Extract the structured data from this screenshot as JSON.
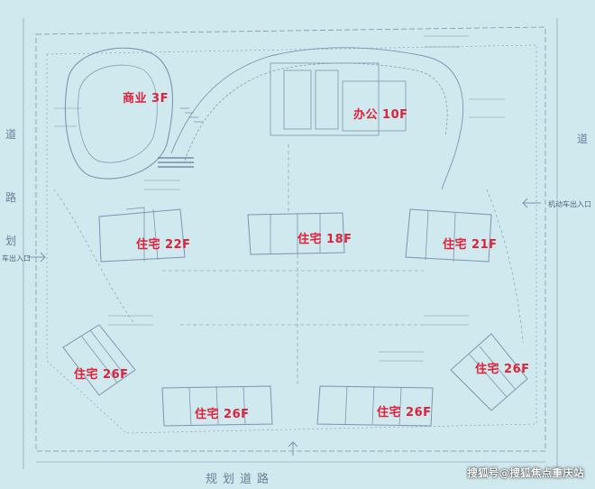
{
  "colors": {
    "background": "#cfe9ee",
    "linework": "#7f93b0",
    "label_red": "#e0203a"
  },
  "buildings": {
    "commercial": "商业 3F",
    "office": "办公 10F",
    "res_22": "住宅 22F",
    "res_18": "住宅 18F",
    "res_21": "住宅 21F",
    "res_26_left": "住宅 26F",
    "res_26_center_left": "住宅 26F",
    "res_26_center_right": "住宅 26F",
    "res_26_right": "住宅 26F"
  },
  "road": {
    "south_name": "规划道路"
  },
  "west_side": {
    "chars": [
      "道",
      "路",
      "划"
    ]
  },
  "east_side": {
    "chars": [
      "道"
    ]
  },
  "entrances": {
    "east": "机动车出入口",
    "west": "车出入口"
  },
  "watermark": "搜狐号@搜狐焦点重庆站"
}
